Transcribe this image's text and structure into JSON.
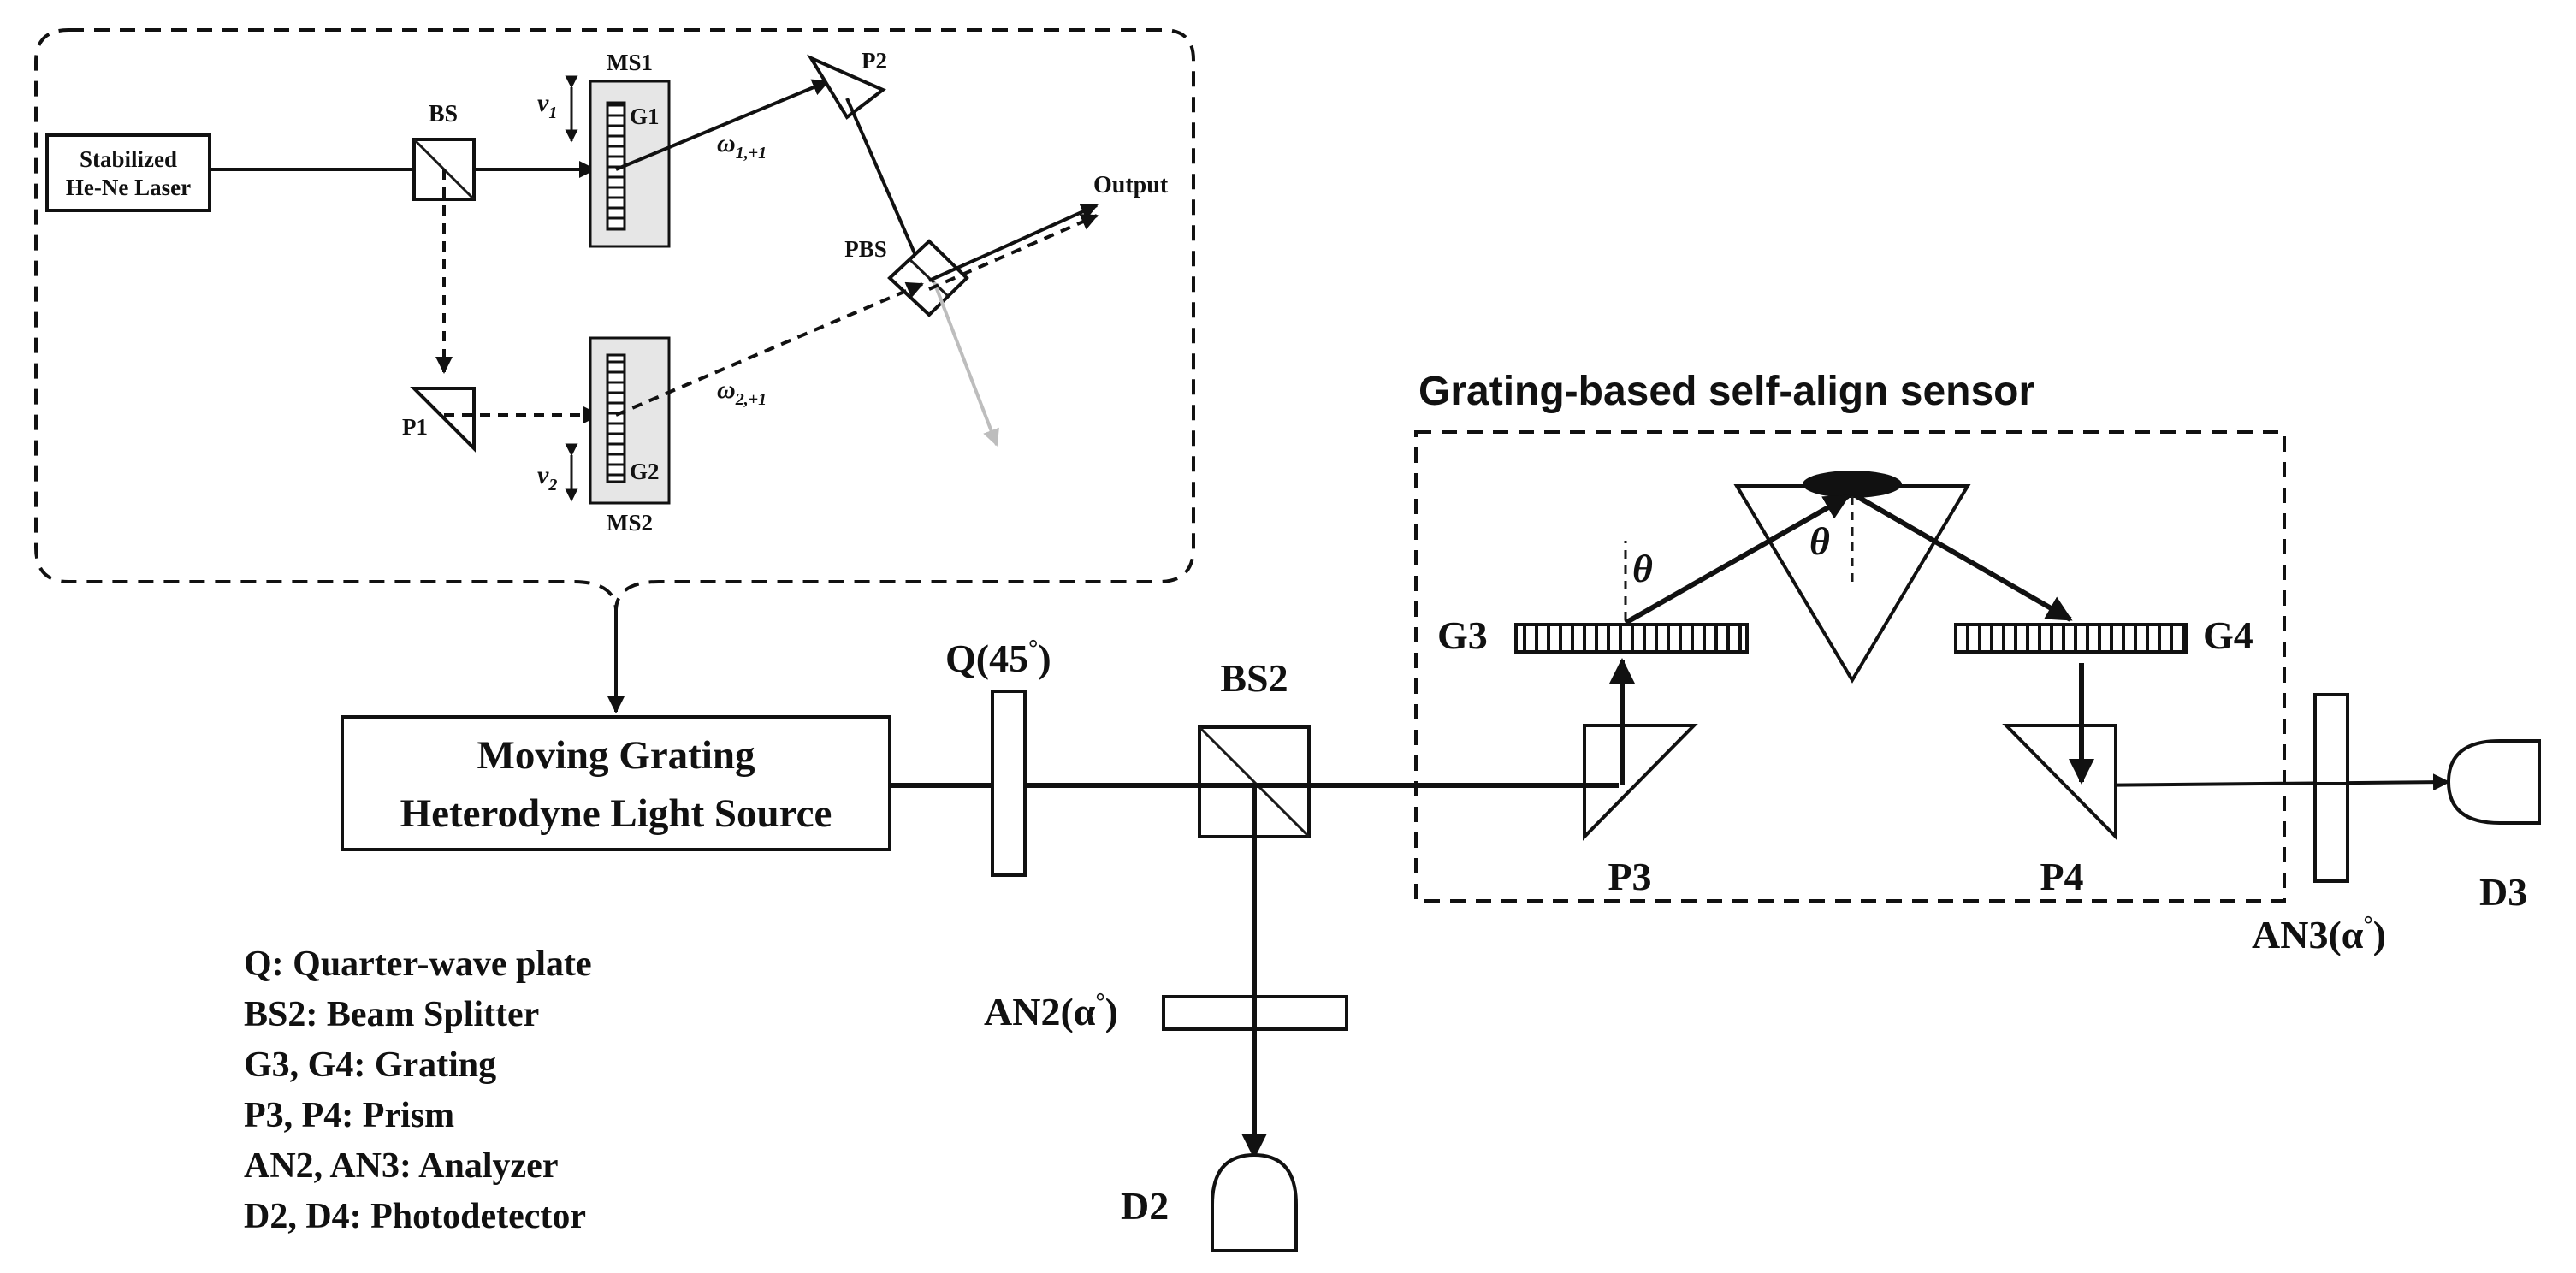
{
  "inset": {
    "laser": [
      "Stabilized",
      "He-Ne Laser"
    ],
    "bs": "BS",
    "ms1": "MS1",
    "ms2": "MS2",
    "g1": "G1",
    "g2": "G2",
    "v1": "v",
    "v1_sub": "1",
    "v2": "v",
    "v2_sub": "2",
    "p1": "P1",
    "p2": "P2",
    "pbs": "PBS",
    "output": "Output",
    "omega1": "ω",
    "omega1_sub": "1,+1",
    "omega2": "ω",
    "omega2_sub": "2,+1"
  },
  "main": {
    "source": [
      "Moving Grating",
      "Heterodyne Light Source"
    ],
    "q": "Q(45",
    "bs2": "BS2",
    "an2": "AN2(α",
    "an3": "AN3(α",
    "close_paren": ")",
    "degree": "°",
    "d2": "D2",
    "d3": "D3"
  },
  "sensor": {
    "title": "Grating-based self-align sensor",
    "g3": "G3",
    "g4": "G4",
    "p3": "P3",
    "p4": "P4",
    "theta": "θ"
  },
  "legend": [
    "Q: Quarter-wave  plate",
    "BS2: Beam Splitter",
    "G3, G4: Grating",
    "P3, P4: Prism",
    "AN2, AN3: Analyzer",
    "D2, D4: Photodetector"
  ]
}
